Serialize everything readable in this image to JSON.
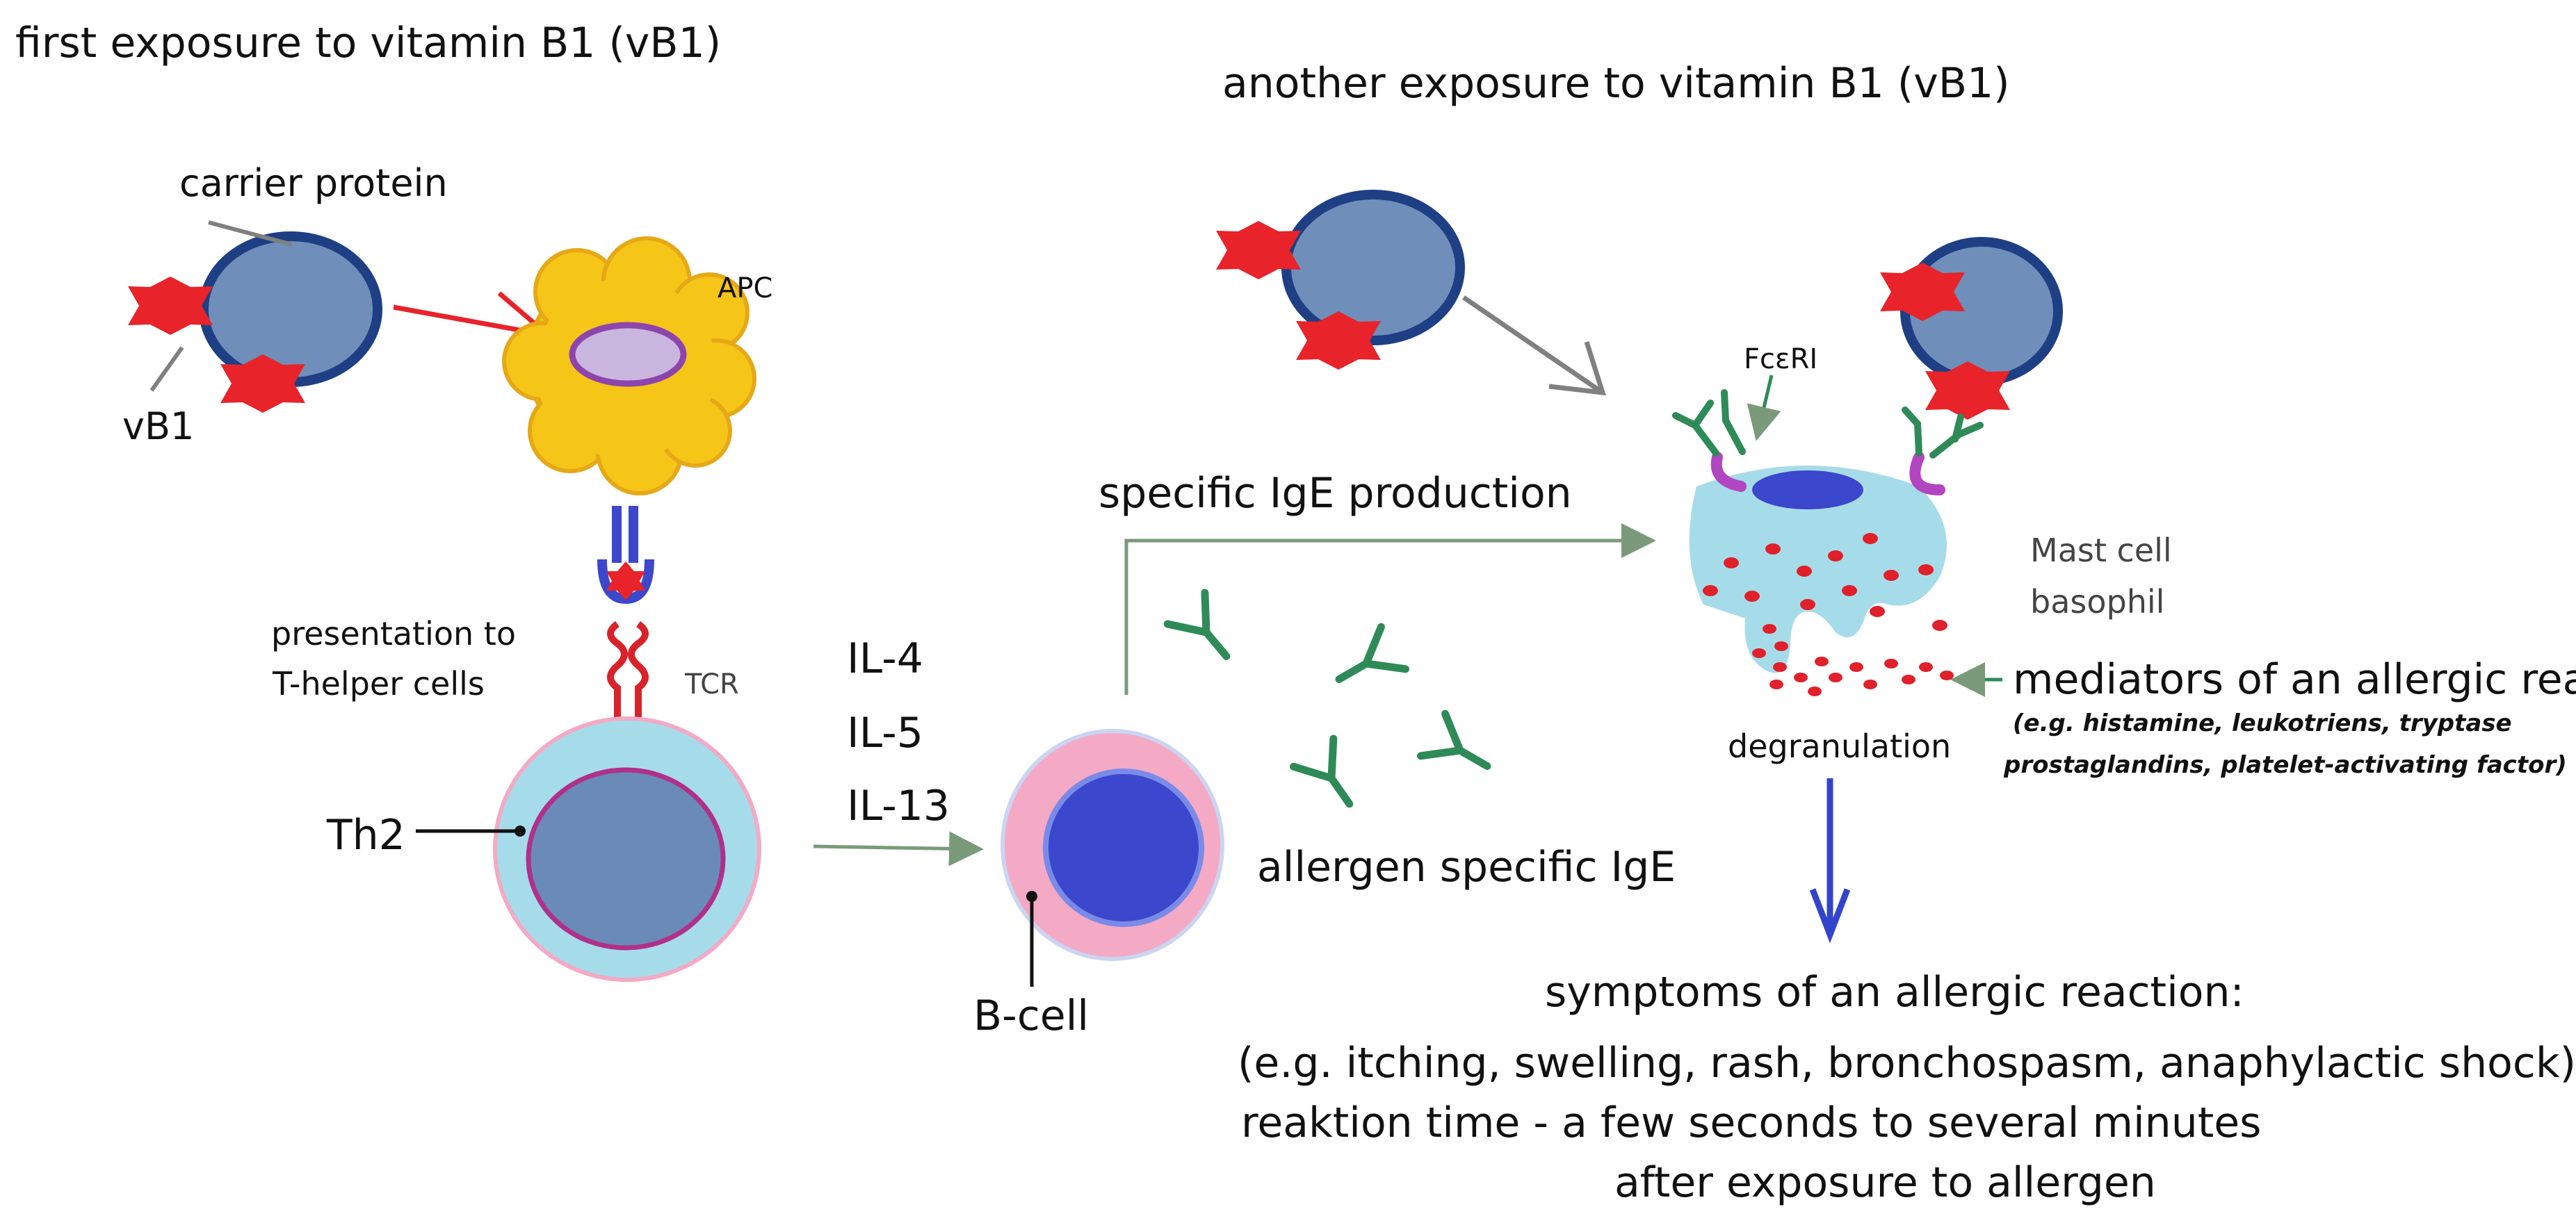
{
  "titles": {
    "first": "first exposure to vitamin B1 (vB1)",
    "second": "another exposure to vitamin B1 (vB1)"
  },
  "labels": {
    "carrier_protein": "carrier protein",
    "vb1": "vB1",
    "apc": "APC",
    "presentation_line1": "presentation to",
    "presentation_line2": "T-helper cells",
    "tcr": "TCR",
    "th2": "Th2",
    "il4": "IL-4",
    "il5": "IL-5",
    "il13": "IL-13",
    "b_cell": "B-cell",
    "specific_ige_production": "specific IgE production",
    "allergen_specific_ige": "allergen specific IgE",
    "fceri": "FcεRI",
    "mast_cell": "Mast cell",
    "basophil": "basophil",
    "mediators": "mediators of an allergic reaction",
    "mediators_examples_1": "(e.g. histamine, leukotriens, tryptase",
    "mediators_examples_2": "prostaglandins, platelet-activating factor)",
    "degranulation": "degranulation"
  },
  "symptoms": {
    "line1": "symptoms of an allergic reaction:",
    "line2": "(e.g. itching, swelling, rash, bronchospasm, anaphylactic shock)",
    "line3": "reaktion time - a few seconds to several minutes",
    "line4": "after exposure to allergen"
  },
  "colors": {
    "carrier_fill": "#6f8fba",
    "carrier_stroke": "#1f3f85",
    "star": "#e8232a",
    "apc_fill": "#f5c518",
    "cell_blue": "#a6dcea",
    "cell_pink": "#f4a9c4",
    "nucleus_th2": "#6a8bb8",
    "nucleus_b": "#3b47cc",
    "antibody_green": "#2e8b57",
    "fc_receptor": "#b246c0",
    "arrow_red": "#e8232a",
    "arrow_grey": "#808080",
    "arrow_green": "#7a9a7a",
    "arrow_blue": "#3344cc",
    "tcr_red": "#d8232a",
    "mediator_red": "#e0202a"
  }
}
